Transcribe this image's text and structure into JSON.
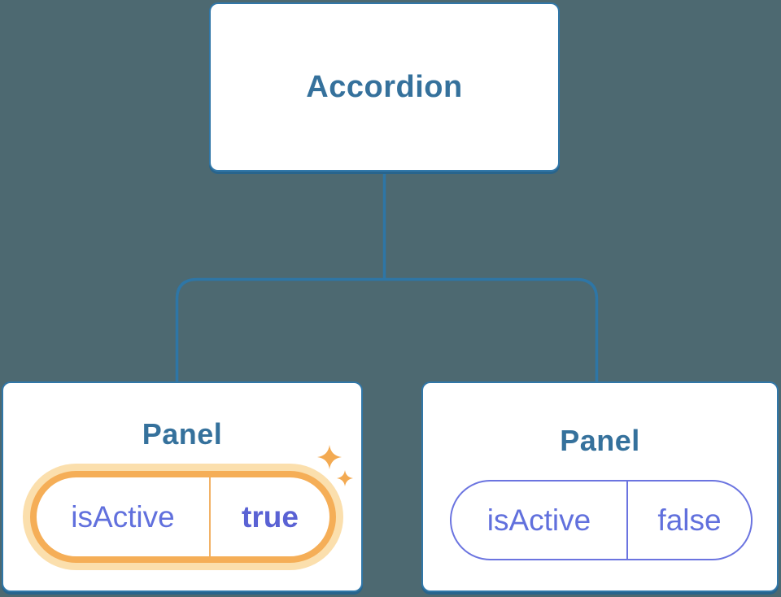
{
  "diagram": {
    "root": {
      "label": "Accordion"
    },
    "panels": [
      {
        "title": "Panel",
        "state_key": "isActive",
        "state_value": "true",
        "highlighted": true
      },
      {
        "title": "Panel",
        "state_key": "isActive",
        "state_value": "false",
        "highlighted": false
      }
    ]
  },
  "icons": {
    "sparkles": "sparkles-icon"
  },
  "colors": {
    "background": "#4d6971",
    "connector_blue": "#2e76a6",
    "node_border_blue": "#3177a8",
    "node_shadow_blue": "#28648c",
    "node_title_blue": "#35719c",
    "state_purple": "#6170dd",
    "state_purple_bold": "#5a62d4",
    "pill_border_purple": "#6b74e0",
    "highlight_orange": "#f5ae57",
    "highlight_glow_orange": "#fbdfad",
    "highlight_divider_orange": "#f2b266",
    "sparkle_orange": "#f3aa52"
  }
}
